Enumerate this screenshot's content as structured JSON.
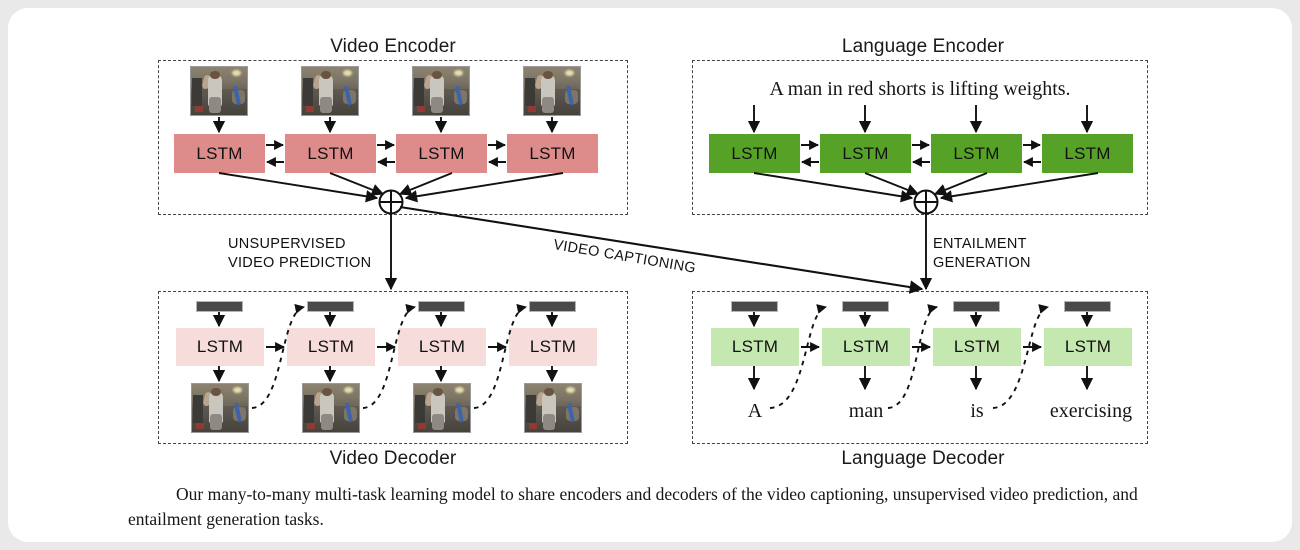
{
  "figure": {
    "caption": "Our many-to-many multi-task learning model to share encoders and decoders of the video captioning, unsupervised video prediction, and entailment generation tasks."
  },
  "colors": {
    "video_encoder_cell": "#dd8b8b",
    "language_encoder_cell": "#55a227",
    "video_decoder_cell": "#f7dcdc",
    "language_decoder_cell": "#c5e7b0",
    "input_bar": "#4a4a4a",
    "stroke": "#111111",
    "module_border": "#444444",
    "card_background": "#ffffff",
    "page_background": "#e9e9e9"
  },
  "modules": {
    "video_encoder": {
      "title": "Video Encoder",
      "title_position": "top",
      "cell_label": "LSTM",
      "cells": [
        "LSTM",
        "LSTM",
        "LSTM",
        "LSTM"
      ],
      "input_type": "video-frame-thumbnail",
      "inputs": [
        "frame-1",
        "frame-2",
        "frame-3",
        "frame-4"
      ],
      "bidirectional": true,
      "merge_symbol": "circle-plus"
    },
    "language_encoder": {
      "title": "Language Encoder",
      "title_position": "top",
      "cell_label": "LSTM",
      "cells": [
        "LSTM",
        "LSTM",
        "LSTM",
        "LSTM"
      ],
      "input_type": "sentence",
      "sentence": "A man in red shorts is lifting weights.",
      "bidirectional": true,
      "merge_symbol": "circle-plus"
    },
    "video_decoder": {
      "title": "Video Decoder",
      "title_position": "bottom",
      "cell_label": "LSTM",
      "cells": [
        "LSTM",
        "LSTM",
        "LSTM",
        "LSTM"
      ],
      "input_type": "masked-input-bar",
      "inputs": [
        "bar-1",
        "bar-2",
        "bar-3",
        "bar-4"
      ],
      "output_type": "video-frame-thumbnail",
      "outputs": [
        "frame-1",
        "frame-2",
        "frame-3",
        "frame-4"
      ],
      "bidirectional": false
    },
    "language_decoder": {
      "title": "Language Decoder",
      "title_position": "bottom",
      "cell_label": "LSTM",
      "cells": [
        "LSTM",
        "LSTM",
        "LSTM",
        "LSTM"
      ],
      "input_type": "masked-input-bar",
      "inputs": [
        "bar-1",
        "bar-2",
        "bar-3",
        "bar-4"
      ],
      "output_type": "word",
      "outputs": [
        "A",
        "man",
        "is",
        "exercising"
      ],
      "bidirectional": false
    }
  },
  "tasks": [
    {
      "id": "unsupervised-video-prediction",
      "line1": "UNSUPERVISED",
      "line2": "VIDEO PREDICTION",
      "from": "video_encoder",
      "to": "video_decoder",
      "orientation": "vertical"
    },
    {
      "id": "video-captioning",
      "line1": "VIDEO CAPTIONING",
      "line2": "",
      "from": "video_encoder",
      "to": "language_decoder",
      "orientation": "diagonal"
    },
    {
      "id": "entailment-generation",
      "line1": "ENTAILMENT",
      "line2": "GENERATION",
      "from": "language_encoder",
      "to": "language_decoder",
      "orientation": "vertical"
    }
  ]
}
